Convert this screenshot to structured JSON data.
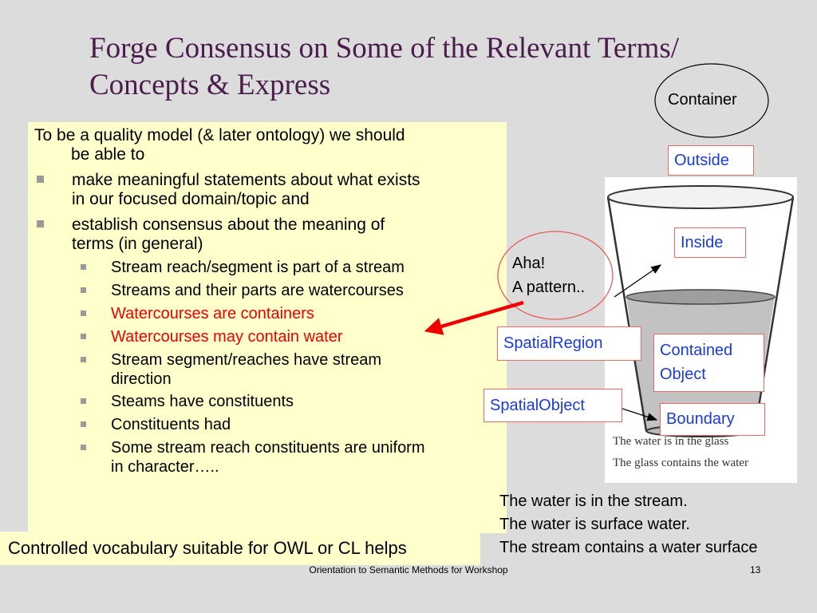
{
  "title": {
    "line1": "Forge Consensus on Some of the Relevant Terms/",
    "line2": "Concepts & Express"
  },
  "bullets": {
    "intro": [
      "To be a quality model (& later ontology) we should",
      "be able to"
    ],
    "level1": [
      [
        "make meaningful statements about what exists",
        "in our focused domain/topic and"
      ],
      [
        "establish consensus about the meaning of",
        "terms (in general)"
      ]
    ],
    "level2": [
      [
        "Stream reach/segment is part of a stream"
      ],
      [
        "Streams and their parts are watercourses"
      ],
      [
        "Watercourses are containers"
      ],
      [
        "Watercourses may contain water"
      ],
      [
        "Stream segment/reaches have stream",
        "direction"
      ],
      [
        "Steams have constituents"
      ],
      [
        "Constituents had"
      ],
      [
        "Some stream reach constituents are uniform",
        "in character….."
      ]
    ]
  },
  "controlled_vocab": "Controlled vocabulary suitable for OWL or CL helps",
  "diagram": {
    "container_label": "Container",
    "outside_label": "Outside",
    "inside_label": "Inside",
    "aha_line1": "Aha!",
    "aha_line2": "A pattern..",
    "spatial_region_label": "SpatialRegion",
    "contained_line1": "Contained",
    "contained_line2": "Object",
    "spatial_object_label": "SpatialObject",
    "boundary_label": "Boundary",
    "glass_caption1": "The water is in the glass",
    "glass_caption2": "The glass contains the water"
  },
  "statements": [
    "The water is in the stream.",
    "The water is surface water.",
    "The stream contains a water surface"
  ],
  "footer": "Orientation to Semantic Methods for Workshop",
  "page_number": "13",
  "colors": {
    "title": "#4a1d4d",
    "panel": "#ffffcc",
    "highlight": "#ee0000",
    "label_text": "#1a3bd6",
    "label_border": "#e86a6a",
    "background": "#dcdcdc"
  }
}
